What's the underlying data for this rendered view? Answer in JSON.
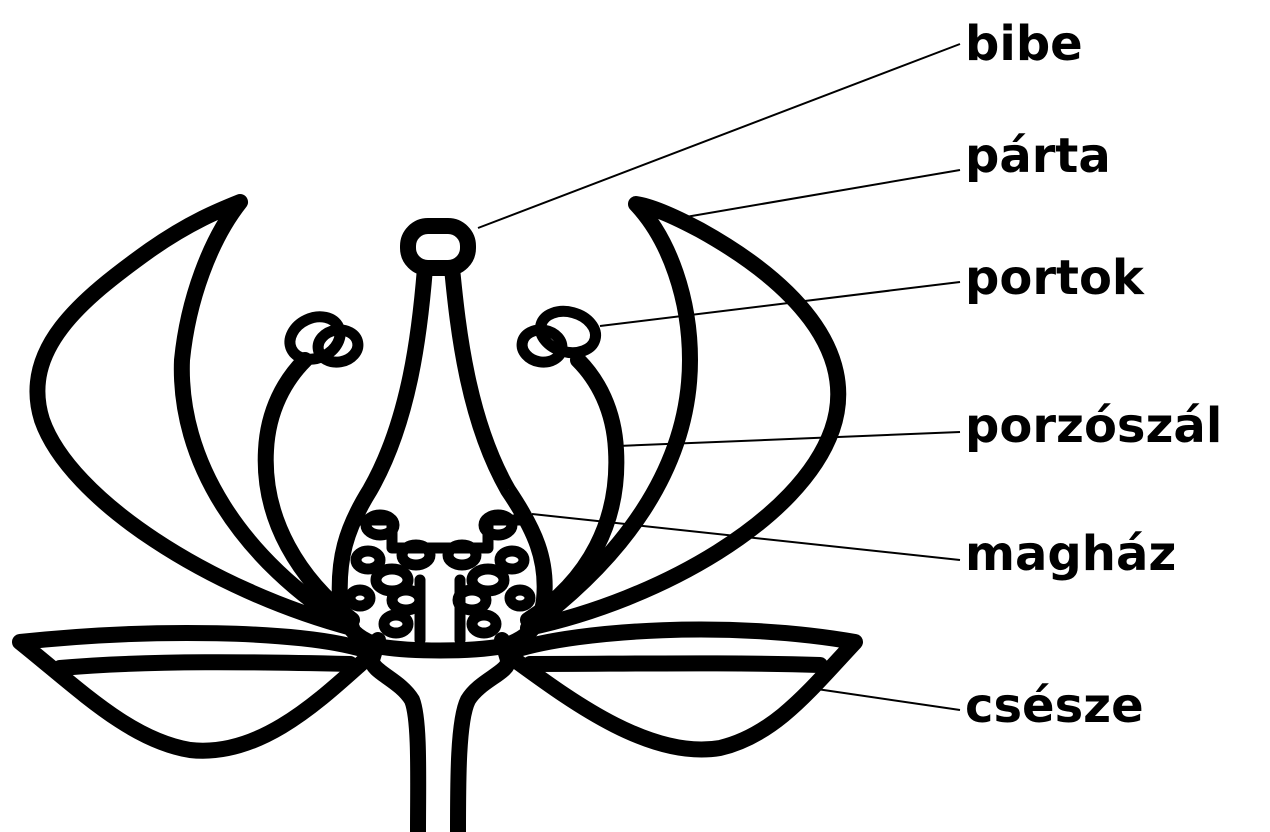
{
  "labels": {
    "stigma": "bibe",
    "corolla": "párta",
    "anther": "portok",
    "filament": "porzószál",
    "ovary": "magház",
    "calyx": "csésze"
  },
  "colors": {
    "stroke": "#000000",
    "background": "#ffffff"
  }
}
